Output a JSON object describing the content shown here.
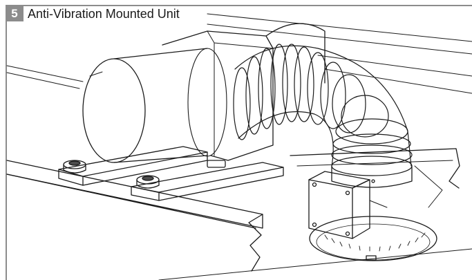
{
  "figure": {
    "step_number": "5",
    "title": "Anti-Vibration Mounted Unit"
  },
  "colors": {
    "badge": "#8c8c8c",
    "frame": "#8c8c8c",
    "line": "#1a1a1a"
  },
  "icons": [
    "inline-fan-unit-illustration",
    "flexible-duct-icon",
    "anti-vibration-mount-icon",
    "junction-box-icon",
    "angle-scale-icon"
  ]
}
